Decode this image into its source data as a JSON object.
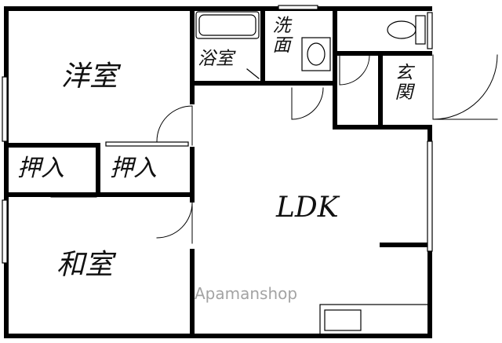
{
  "rooms": {
    "western_room": "洋室",
    "bath": "浴室",
    "washroom": "洗面",
    "entrance": "玄関",
    "closet_left": "押入",
    "closet_right": "押入",
    "ldk": "LDK",
    "japanese_room": "和室"
  },
  "watermark": "Apamanshop"
}
